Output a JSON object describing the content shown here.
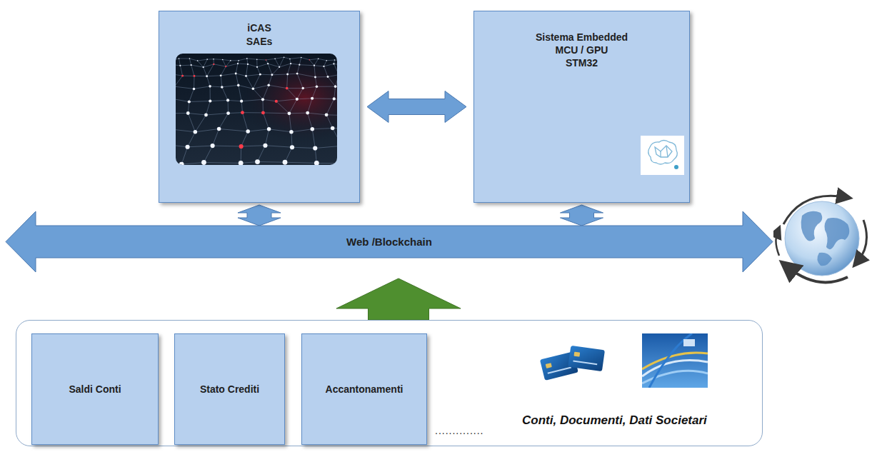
{
  "diagram": {
    "nodes": [
      {
        "text": [
          "iCAS",
          "SAEs"
        ]
      },
      {
        "text": [
          "Sistema Embedded",
          "MCU / GPU",
          "STM32"
        ]
      },
      {
        "text": [
          "Web /Blockchain"
        ]
      },
      {
        "text": [
          "Conti, Documenti, Dati Societari"
        ]
      },
      {
        "text": [
          "Saldi Conti"
        ],
        "in": 3
      },
      {
        "text": [
          "Stato Crediti"
        ],
        "in": 3
      },
      {
        "text": [
          "Accantonamenti"
        ],
        "in": 3
      }
    ],
    "edges": [
      {
        "from": 0,
        "to": 1,
        "arrow": "both"
      },
      {
        "from": 0,
        "to": 2,
        "arrow": "both"
      },
      {
        "from": 1,
        "to": 2,
        "arrow": "both"
      },
      {
        "from": 3,
        "to": 2,
        "arrow": "to"
      }
    ],
    "labels": [
      ".............."
    ]
  }
}
